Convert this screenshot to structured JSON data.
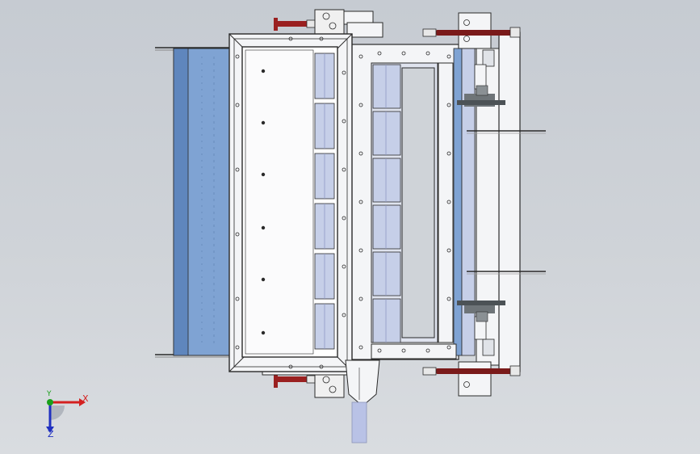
{
  "viewport": {
    "background_top": "#c6cbd2",
    "background_bottom": "#d9dce0"
  },
  "model": {
    "panel_blue": "#7fa3d3",
    "panel_blue_light": "#c6cfe8",
    "frame_white": "#f4f5f7",
    "outline": "#2a2a2a",
    "actuator_red": "#9a2020",
    "rod_red": "#7a1a1a",
    "bracket_gray": "#6e7478",
    "chute_lavender": "#b9c2e6"
  },
  "triad": {
    "x_label": "X",
    "y_label": "Y",
    "z_label": "Z",
    "x_color": "#d42020",
    "y_color": "#1aa01a",
    "z_color": "#2030c0"
  }
}
